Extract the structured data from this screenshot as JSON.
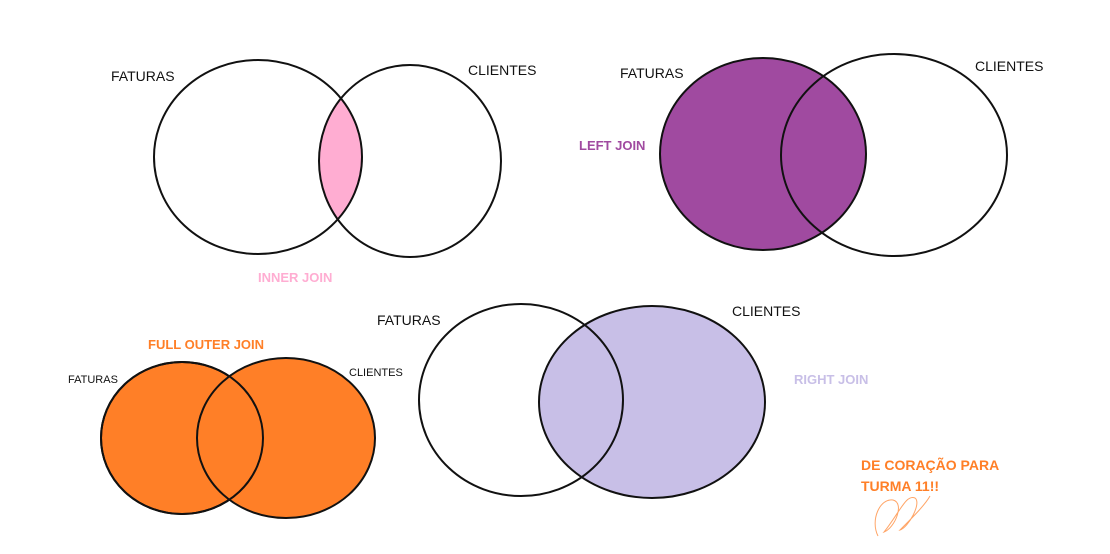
{
  "diagrams": {
    "inner_join": {
      "left_label": "FATURAS",
      "right_label": "CLIENTES",
      "title": "INNER JOIN",
      "color": "#ffadd2"
    },
    "left_join": {
      "left_label": "FATURAS",
      "right_label": "CLIENTES",
      "title": "LEFT JOIN",
      "color": "#a04aa0"
    },
    "full_outer_join": {
      "left_label": "FATURAS",
      "right_label": "CLIENTES",
      "title": "FULL OUTER JOIN",
      "color": "#ff7f27"
    },
    "right_join": {
      "left_label": "FATURAS",
      "right_label": "CLIENTES",
      "title": "RIGHT JOIN",
      "color": "#c8bfe7"
    }
  },
  "dedication": {
    "line1": "DE CORAÇÃO PARA",
    "line2": "TURMA 11!!",
    "color": "#ff7f27"
  },
  "colors": {
    "outline": "#111111",
    "background": "#ffffff"
  }
}
